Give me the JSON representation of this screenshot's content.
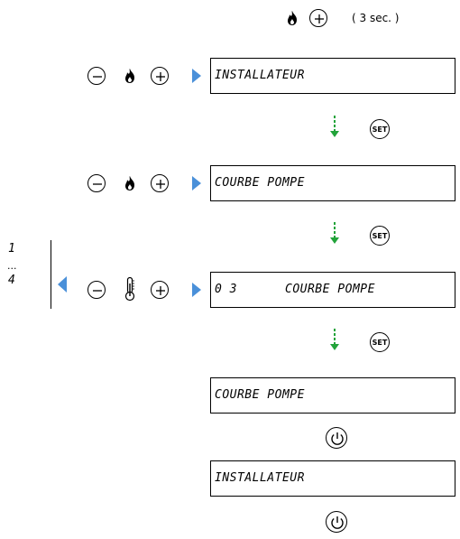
{
  "header": {
    "hold_label": "( 3 sec. )"
  },
  "screens": [
    {
      "text": "INSTALLATEUR"
    },
    {
      "text": "COURBE POMPE"
    },
    {
      "number": "0 3",
      "text": "COURBE POMPE"
    },
    {
      "text": "COURBE POMPE"
    },
    {
      "text": "INSTALLATEUR"
    }
  ],
  "range": {
    "start": "1",
    "ellipsis": "...",
    "end": "4"
  },
  "buttons": {
    "set_label": "SET"
  },
  "icons": {
    "minus": "minus-icon",
    "plus": "plus-icon",
    "flame": "flame-icon",
    "thermometer": "thermometer-icon",
    "power": "power-icon",
    "arrow_down": "dashed-arrow-down-icon",
    "triangle": "blue-triangle-icon"
  },
  "colors": {
    "accent_blue": "#4a90d9",
    "arrow_green": "#22a33a"
  }
}
